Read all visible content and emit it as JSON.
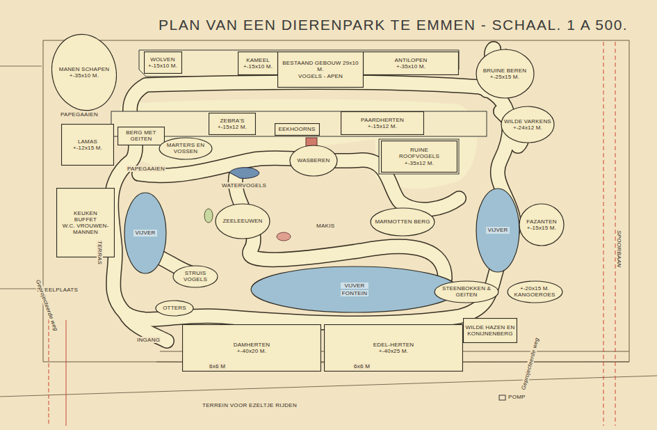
{
  "diagram": {
    "title": "PLAN VAN EEN DIERENPARK TE EMMEN - SCHAAL. 1 A 500.",
    "nodes": [
      {
        "text": [
          "MANEN SCHAPEN",
          "+-35x10 M."
        ]
      },
      {
        "text": [
          "WOLVEN",
          "+-15x10 M."
        ]
      },
      {
        "text": [
          "KAMEEL",
          "+-15x10 M."
        ]
      },
      {
        "text": [
          "BESTAAND GEBOUW 29x10 M.",
          "VOGELS - APEN"
        ]
      },
      {
        "text": [
          "ANTILOPEN",
          "+-35x10 M."
        ]
      },
      {
        "text": [
          "BRUINE BEREN",
          "+-25x15 M."
        ]
      },
      {
        "text": [
          "WILDE VARKENS",
          "+-24x12 M."
        ]
      },
      {
        "text": [
          "LAMAS",
          "+-12x15 M."
        ]
      },
      {
        "text": [
          "ZEBRA'S",
          "+-15x12 M."
        ]
      },
      {
        "text": [
          "PAARDHERTEN",
          "+-15x12 M."
        ]
      },
      {
        "text": [
          "EEKHOORNS"
        ]
      },
      {
        "text": [
          "BERG MET GEITEN"
        ]
      },
      {
        "text": [
          "MARTERS EN VOSSEN"
        ]
      },
      {
        "text": [
          "WASBEREN"
        ]
      },
      {
        "text": [
          "RUINE",
          "ROOFVOGELS",
          "+-35x12 M."
        ]
      },
      {
        "text": [
          "KEUKEN",
          "BUFFET",
          "W.C. VROUWEN-MANNEN"
        ]
      },
      {
        "text": [
          "VIJVER"
        ]
      },
      {
        "text": [
          "ZEELEEUWEN"
        ]
      },
      {
        "text": [
          "MARMOTTEN BERG"
        ]
      },
      {
        "text": [
          "VIJVER"
        ]
      },
      {
        "text": [
          "FAZANTEN",
          "+-15x15 M."
        ]
      },
      {
        "text": [
          "VIJVER",
          "FONTEIN"
        ]
      },
      {
        "text": [
          "STRUIS VOGELS"
        ]
      },
      {
        "text": [
          "OTTERS"
        ]
      },
      {
        "text": [
          "STEENBOKKEN & GEITEN"
        ]
      },
      {
        "text": [
          "+-20x15 M.",
          "KANGOEROES"
        ]
      },
      {
        "text": [
          "WILDE HAZEN EN KONIJNENBERG"
        ]
      },
      {
        "text": [
          "DAMHERTEN",
          "+-40x20 M."
        ]
      },
      {
        "text": [
          "EDEL-HERTEN",
          "+-40x25 M."
        ]
      }
    ],
    "labels": [
      "PAPEGAAIEN",
      "PAPEGAAIEN",
      "TERRAS",
      "MAKIS",
      "WATERVOGELS",
      "SPEELPLAATS",
      "INGANG",
      "6x6 M",
      "6x6 M",
      "POMP",
      "TERREIN VOOR EZELTJE RIJDEN",
      "SPOORBAAN",
      "Geprojecteerde weg",
      "Geprojecteerde weg"
    ]
  }
}
